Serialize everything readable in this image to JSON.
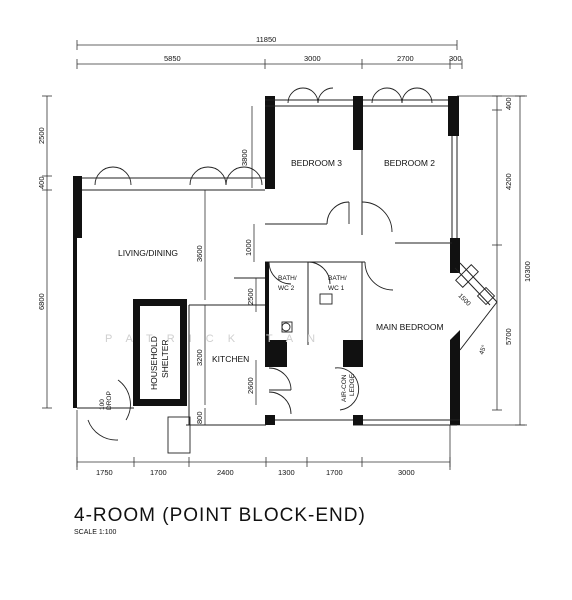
{
  "title": "4-ROOM (POINT BLOCK-END)",
  "scale": "SCALE  1:100",
  "watermark": "PATRICK TAN",
  "rooms": {
    "bedroom3": "BEDROOM 3",
    "bedroom2": "BEDROOM 2",
    "living_dining": "LIVING/DINING",
    "bath_wc2_a": "BATH/",
    "bath_wc2_b": "WC 2",
    "bath_wc1_a": "BATH/",
    "bath_wc1_b": "WC 1",
    "main_bedroom": "MAIN BEDROOM",
    "kitchen": "KITCHEN",
    "shelter_a": "HOUSEHOLD",
    "shelter_b": "SHELTER",
    "aircon_a": "AIR-CON",
    "aircon_b": "LEDGE",
    "bay": "1500"
  },
  "dimensions": {
    "overall_width": "11850",
    "top": [
      "5850",
      "3000",
      "2700",
      "300"
    ],
    "bottom": [
      "1750",
      "1700",
      "2400",
      "1300",
      "1700",
      "3000"
    ],
    "left": [
      "2500",
      "400",
      "6800"
    ],
    "right_outer": "10300",
    "right": [
      "400",
      "4200",
      "5700"
    ],
    "interior": {
      "d3800": "3800",
      "d3600": "3600",
      "d1000": "1000",
      "d3200": "3200",
      "d2500": "2500",
      "d2600": "2600",
      "d800": "800"
    }
  },
  "labels": {
    "dropoff_a": "100",
    "dropoff_b": "DROP",
    "angle": "45°"
  }
}
